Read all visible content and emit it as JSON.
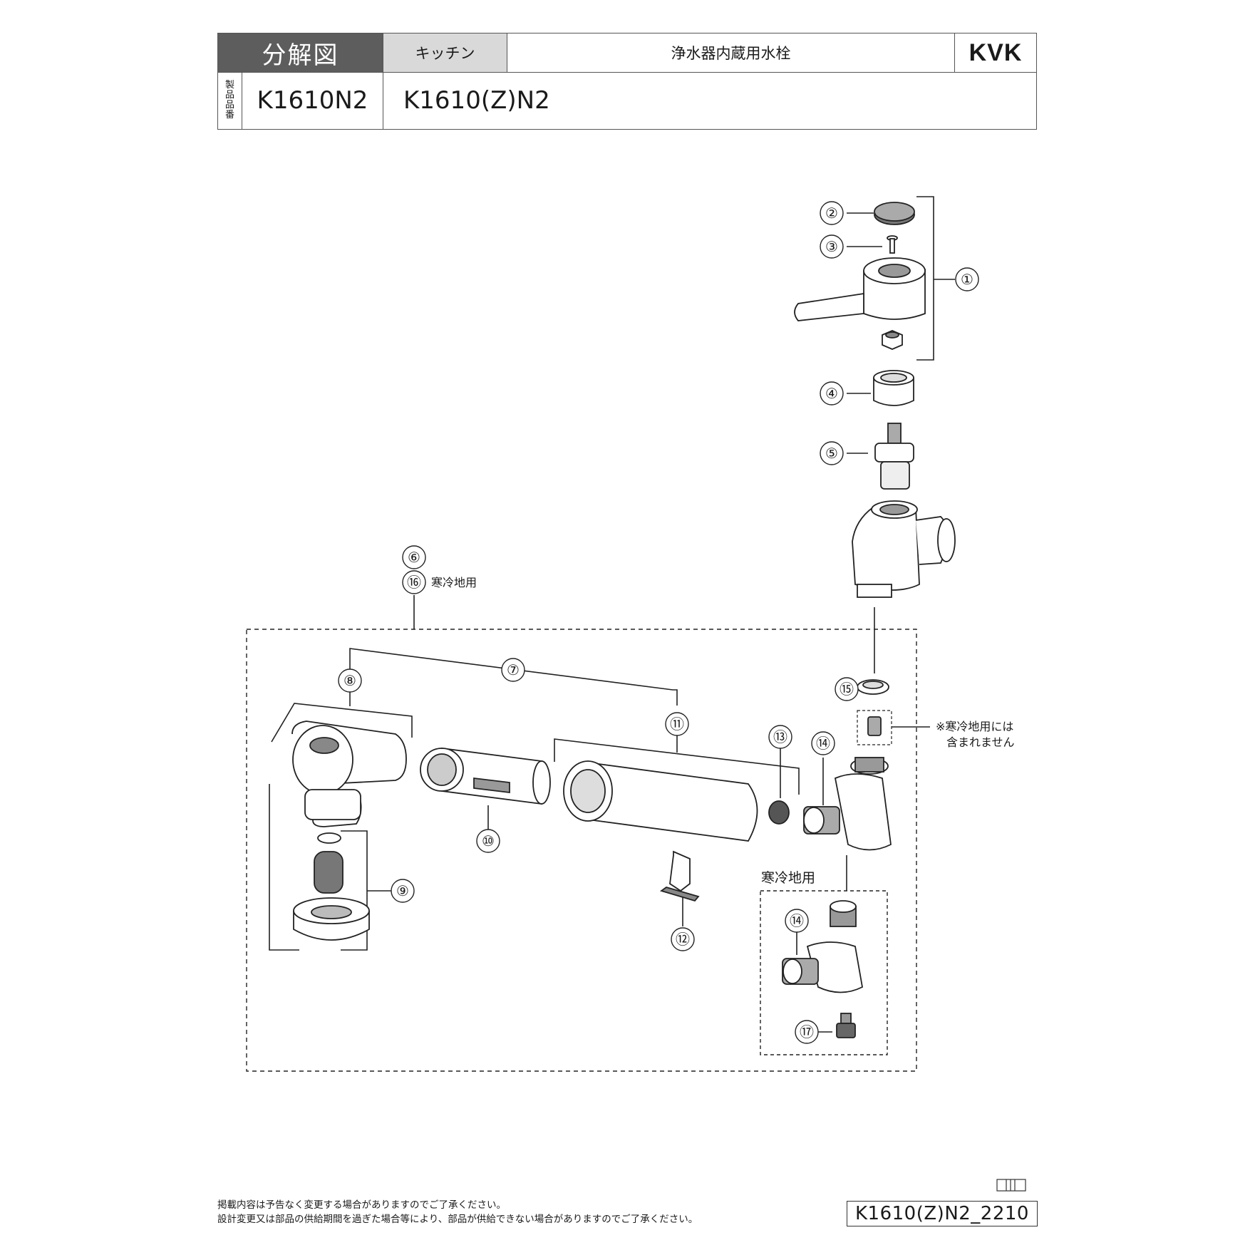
{
  "header": {
    "title": "分解図",
    "category": "キッチン",
    "product_name": "浄水器内蔵用水栓",
    "brand": "KVK",
    "product_number_label": [
      "製",
      "品",
      "品",
      "番"
    ],
    "product_numbers": [
      "K1610N2",
      "K1610(Z)N2"
    ]
  },
  "diagram": {
    "part_numbers": [
      "①",
      "②",
      "③",
      "④",
      "⑤",
      "⑥",
      "⑦",
      "⑧",
      "⑨",
      "⑩",
      "⑪",
      "⑫",
      "⑬",
      "⑭",
      "⑮",
      "⑯",
      "⑭",
      "⑰"
    ],
    "cold_region_label": "寒冷地用",
    "cold_region_box_label": "寒冷地用",
    "exclusion_note": [
      "※寒冷地用には",
      "含まれません"
    ]
  },
  "footer": {
    "notes": [
      "掲載内容は予告なく変更する場合がありますのでご了承ください。",
      "設計変更又は部品の供給期間を過ぎた場合等により、部品が供給できない場合がありますのでご了承ください。"
    ],
    "document_code": "K1610(Z)N2_2210"
  }
}
